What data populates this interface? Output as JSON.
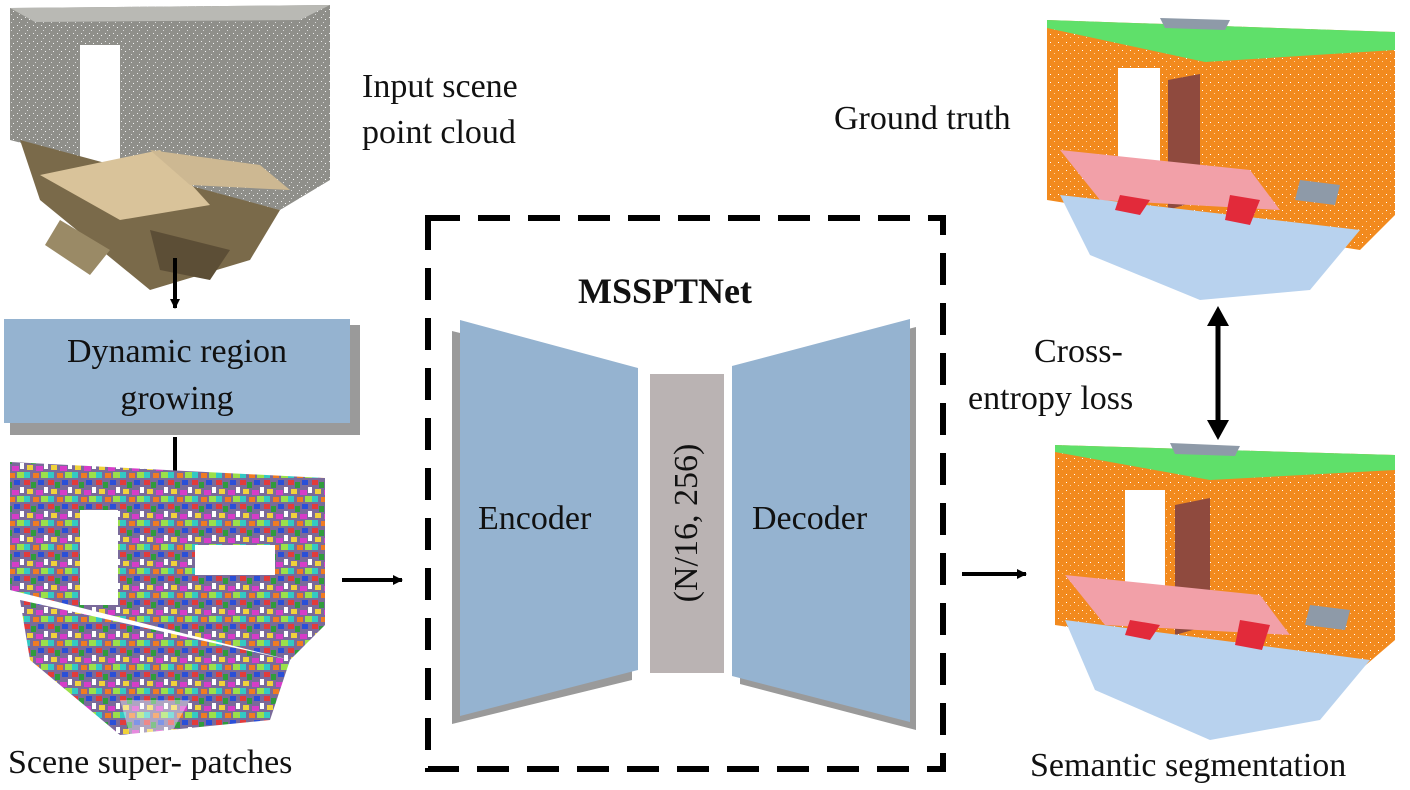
{
  "labels": {
    "input_line1": "Input scene",
    "input_line2": "point cloud",
    "region_line1": "Dynamic region",
    "region_line2": "growing",
    "super_patches": "Scene super- patches",
    "network_title": "MSSPTNet",
    "encoder": "Encoder",
    "bottleneck": "(N/16, 256)",
    "decoder": "Decoder",
    "ground_truth": "Ground truth",
    "loss_line1": "Cross-",
    "loss_line2": "entropy loss",
    "semantic_seg": "Semantic segmentation"
  },
  "colors": {
    "block_blue": "#95b3d0",
    "bottleneck_gray": "#bab3b3",
    "shadow_gray": "#9a9a9a",
    "wall_orange": "#f28a1e",
    "ceiling_green": "#5fe06a",
    "floor_blue": "#b8d2ee",
    "chair_red": "#e22a3a",
    "table_pink": "#f2a0a8",
    "door_brown": "#8f4a3e",
    "arrow_black": "#000000"
  }
}
